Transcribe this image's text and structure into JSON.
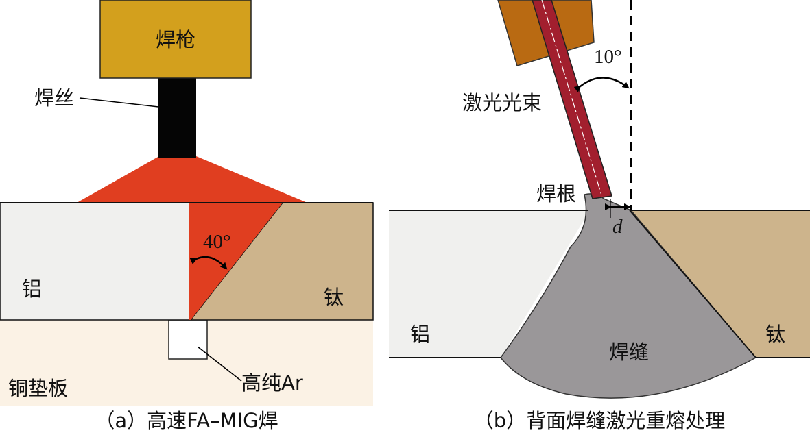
{
  "colors": {
    "torch": "#D3A01D",
    "wire": "#050505",
    "arc": "#E03E20",
    "aluminum": "#F0F0EE",
    "titanium": "#CDB48C",
    "backing": "#FBF2E5",
    "laser_holder": "#B96A12",
    "laser_beam": "#A21F2E",
    "weld": "#9A9799"
  },
  "panel_a": {
    "torch_label": "焊枪",
    "wire_label": "焊丝",
    "angle_label": "40°",
    "aluminum_label": "铝",
    "titanium_label": "钛",
    "backing_label": "铜垫板",
    "gas_label": "高纯Ar",
    "caption": "（a）高速FA–MIG焊"
  },
  "panel_b": {
    "angle_label": "10°",
    "laser_label": "激光光束",
    "root_label": "焊根",
    "offset_label": "d",
    "aluminum_label": "铝",
    "titanium_label": "钛",
    "weld_label": "焊缝",
    "caption": "（b）背面焊缝激光重熔处理"
  }
}
